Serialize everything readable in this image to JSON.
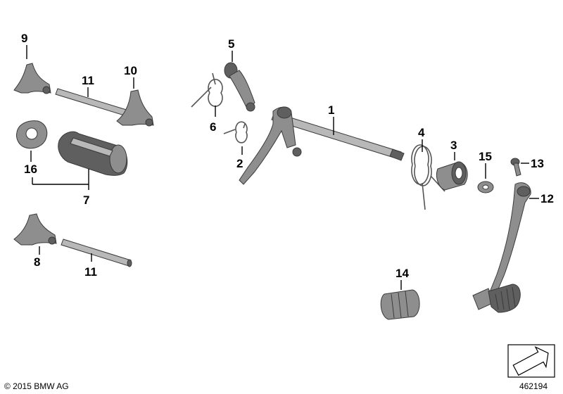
{
  "callouts": {
    "c1": "1",
    "c2": "2",
    "c3": "3",
    "c4": "4",
    "c5": "5",
    "c6": "6",
    "c7": "7",
    "c8": "8",
    "c9": "9",
    "c10": "10",
    "c11a": "11",
    "c11b": "11",
    "c12": "12",
    "c13": "13",
    "c14": "14",
    "c15": "15",
    "c16": "16"
  },
  "footer": {
    "copyright": "© 2015 BMW AG",
    "reference": "462194"
  },
  "colors": {
    "part_fill": "#8e8e8e",
    "part_shadow": "#5f5f5f",
    "part_highlight": "#b8b8b8",
    "line": "#000000"
  }
}
